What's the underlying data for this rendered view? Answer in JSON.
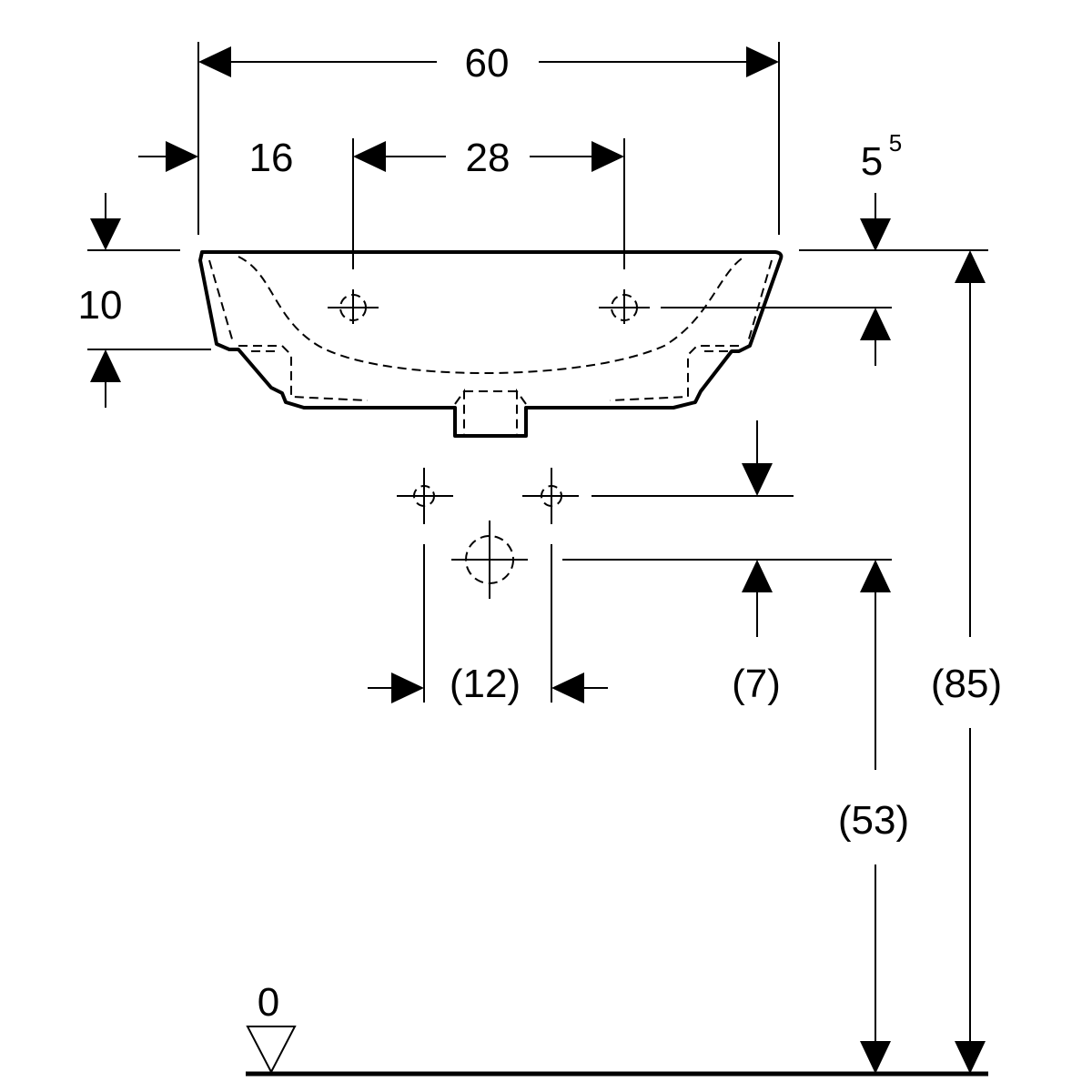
{
  "dimensions": {
    "overall_width": "60",
    "left_offset": "16",
    "tap_hole_spacing": "28",
    "rim_thickness_base": "5",
    "rim_thickness_sup": "5",
    "tap_hole_depth": "10",
    "supply_spacing": "(12)",
    "supply_drain_offset": "(7)",
    "drain_height": "(53)",
    "rim_height": "(85)",
    "floor_level": "0"
  }
}
